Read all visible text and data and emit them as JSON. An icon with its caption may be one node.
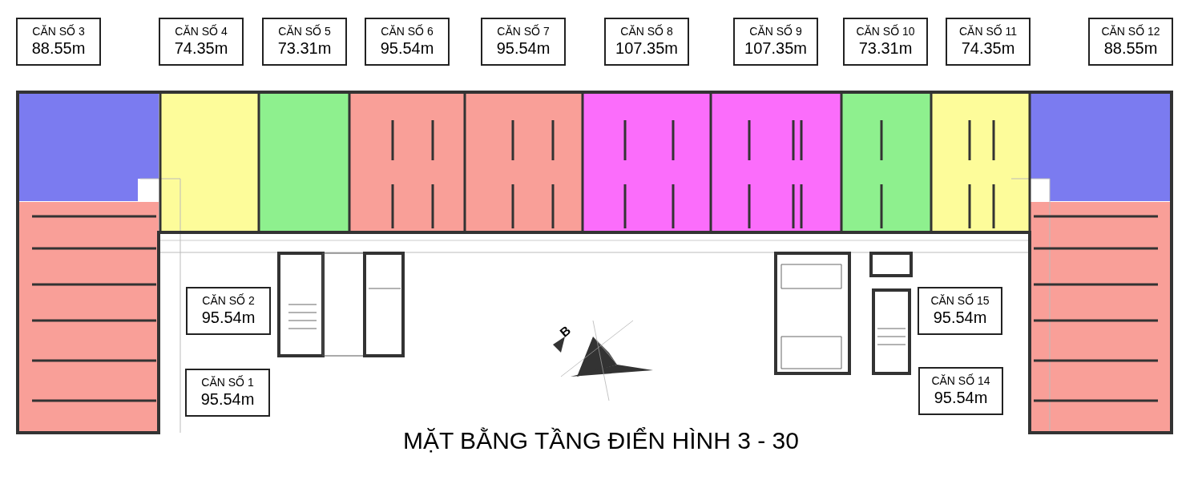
{
  "diagram": {
    "title": "MẶT BẰNG TẦNG ĐIỂN HÌNH 3 - 30",
    "nodes": [
      {
        "text": [
          "CĂN SỐ 3",
          "88.55m"
        ]
      },
      {
        "text": [
          "CĂN SỐ 4",
          "74.35m"
        ]
      },
      {
        "text": [
          "CĂN SỐ 5",
          "73.31m"
        ]
      },
      {
        "text": [
          "CĂN SỐ 6",
          "95.54m"
        ]
      },
      {
        "text": [
          "CĂN SỐ 7",
          "95.54m"
        ]
      },
      {
        "text": [
          "CĂN SỐ 8",
          "107.35m"
        ]
      },
      {
        "text": [
          "CĂN SỐ 9",
          "107.35m"
        ]
      },
      {
        "text": [
          "CĂN SỐ 10",
          "73.31m"
        ]
      },
      {
        "text": [
          "CĂN SỐ 11",
          "74.35m"
        ]
      },
      {
        "text": [
          "CĂN SỐ 12",
          "88.55m"
        ]
      },
      {
        "text": [
          "CĂN SỐ 2",
          "95.54m"
        ]
      },
      {
        "text": [
          "CĂN SỐ 15",
          "95.54m"
        ]
      },
      {
        "text": [
          "CĂN SỐ 1",
          "95.54m"
        ]
      },
      {
        "text": [
          "CĂN SỐ 14",
          "95.54m"
        ]
      }
    ],
    "edges": [],
    "labels": [
      "B"
    ]
  }
}
